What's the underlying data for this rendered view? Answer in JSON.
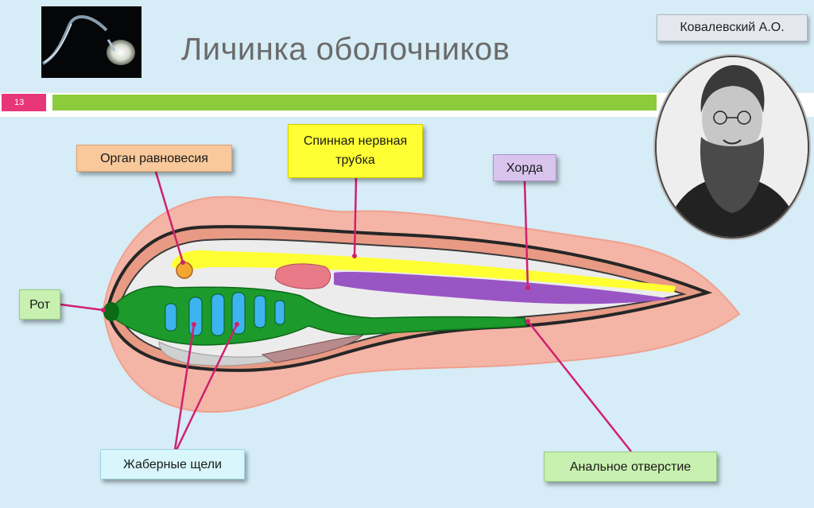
{
  "slide": {
    "title": "Личинка оболочников",
    "number": "13",
    "author": "Ковалевский А.О."
  },
  "labels": {
    "organ_balance": "Орган равновесия",
    "neural_tube": "Спинная нервная трубка",
    "chorda": "Хорда",
    "mouth": "Рот",
    "gill_slits": "Жаберные щели",
    "anal_opening": "Анальное отверстие"
  },
  "colors": {
    "background": "#d6ecf6",
    "accent_pink": "#e8367a",
    "accent_green": "#8ccc3c",
    "pointer": "#d02070",
    "gut": "#1c9a2c",
    "neural_tube": "#ffff33",
    "chorda": "#9a55c4"
  }
}
